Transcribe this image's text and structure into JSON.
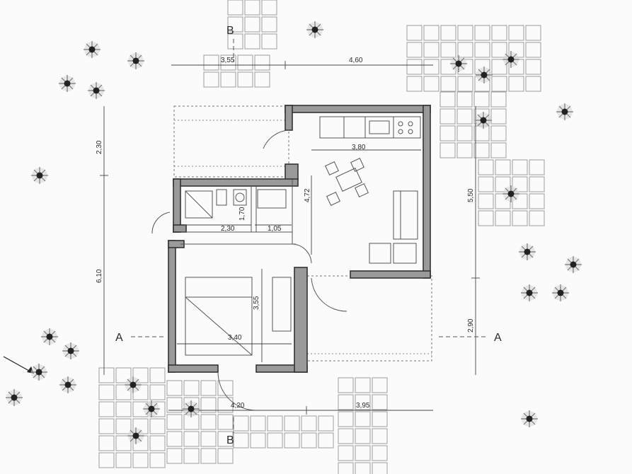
{
  "section_labels": {
    "top_b": "B",
    "bottom_b": "B",
    "left_a": "A",
    "right_a": "A"
  },
  "dimensions": {
    "top_left": "3,55",
    "top_right": "4,60",
    "kitchen_width": "3,80",
    "living_height": "4,72",
    "right_upper": "5,50",
    "left_upper": "2,30",
    "left_total": "6,10",
    "bath_height": "1,70",
    "bath_width": "2,30",
    "hall_width": "1,05",
    "bed_height": "3,55",
    "bed_width": "3,40",
    "right_lower": "2,90",
    "bottom_left": "4,20",
    "bottom_right": "3,95"
  },
  "icons": {
    "tree": "tree-symbol-icon",
    "north": "arrow-icon"
  },
  "colors": {
    "wall": "#9a9a9a",
    "line": "#333333",
    "paving": "#9c9c9c"
  }
}
